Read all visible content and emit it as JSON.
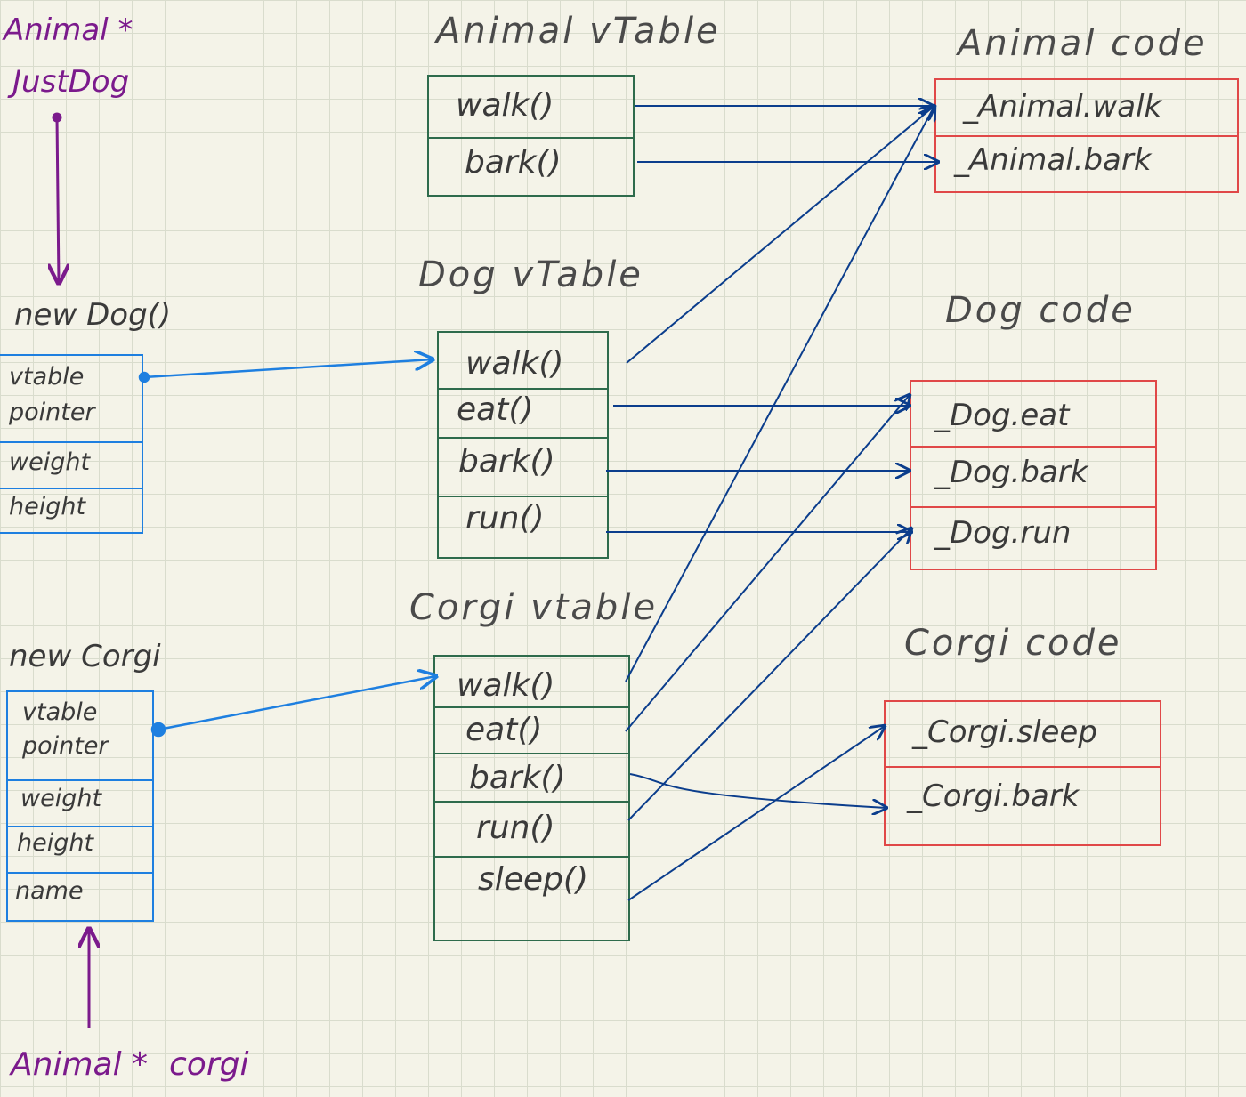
{
  "labels": {
    "animal_ptr_top": "Animal *",
    "animal_ptr_top_name": "JustDog",
    "animal_ptr_bottom": "Animal *",
    "animal_ptr_bottom_name": "corgi",
    "new_dog": "new Dog()",
    "new_corgi": "new Corgi"
  },
  "tables": {
    "animal_vtable": {
      "title": "Animal vTable",
      "rows": [
        "walk()",
        "bark()"
      ]
    },
    "dog_vtable": {
      "title": "Dog vTable",
      "rows": [
        "walk()",
        "eat()",
        "bark()",
        "run()"
      ]
    },
    "corgi_vtable": {
      "title": "Corgi vtable",
      "rows": [
        "walk()",
        "eat()",
        "bark()",
        "run()",
        "sleep()"
      ]
    }
  },
  "code": {
    "animal_code": {
      "title": "Animal code",
      "rows": [
        "_Animal.walk",
        "_Animal.bark"
      ]
    },
    "dog_code": {
      "title": "Dog code",
      "rows": [
        "_Dog.eat",
        "_Dog.bark",
        "_Dog.run"
      ]
    },
    "corgi_code": {
      "title": "Corgi code",
      "rows": [
        "_Corgi.sleep",
        "_Corgi.bark"
      ]
    }
  },
  "objects": {
    "dog_object": {
      "rows": [
        "vtable pointer",
        "weight",
        "height"
      ]
    },
    "corgi_object": {
      "rows": [
        "vtable pointer",
        "weight",
        "height",
        "name"
      ]
    }
  },
  "colors": {
    "vtable_border": "#2e6b4c",
    "code_border": "#e04848",
    "object_border": "#1e7fe0",
    "link_arrow": "#0b3d8c",
    "pointer_arrow": "#7b1a8c"
  }
}
